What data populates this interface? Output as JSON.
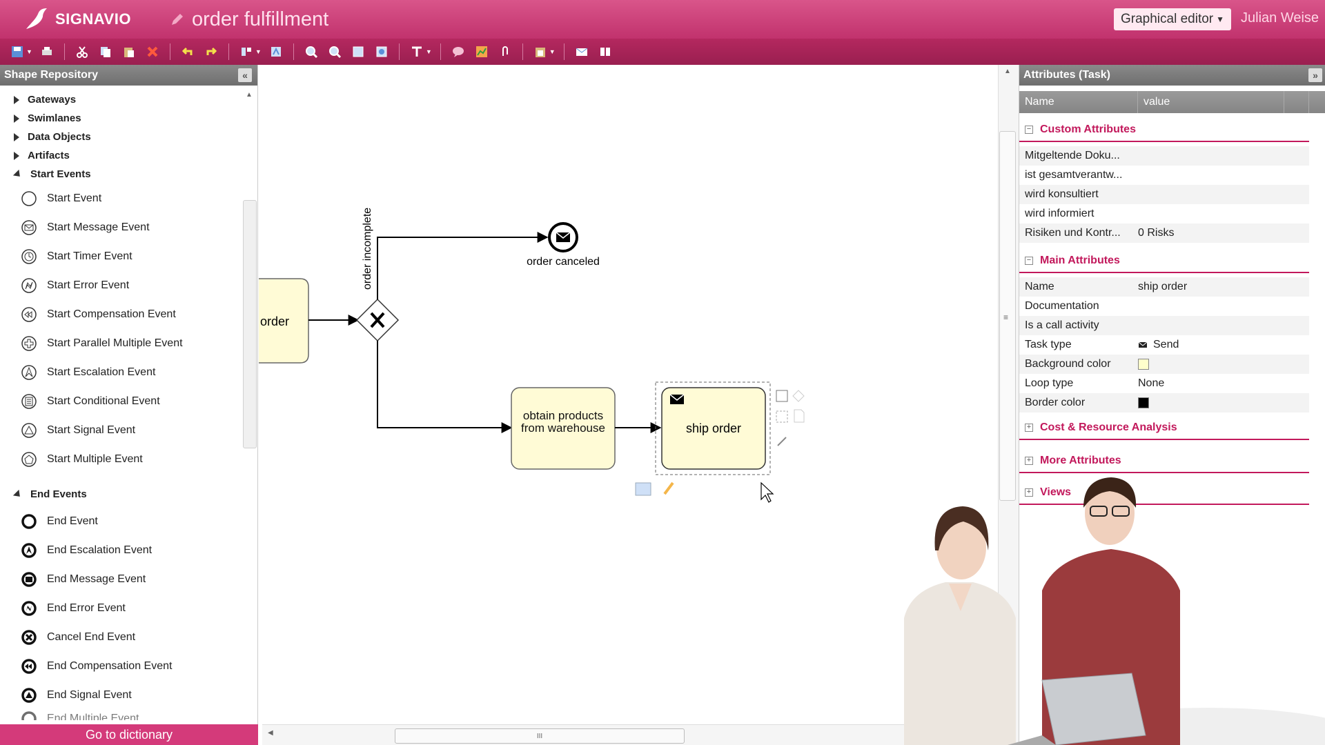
{
  "header": {
    "logo_text": "SIGNAVIO",
    "doc_title": "order fulfillment",
    "editor_mode": "Graphical editor",
    "user": "Julian Weise"
  },
  "toolbar": {
    "buttons": [
      "save-icon",
      "print-icon",
      "cut-icon",
      "copy-icon",
      "paste-icon",
      "delete-icon",
      "undo-icon",
      "redo-icon",
      "align-icon",
      "layout-icon",
      "zoom-in-icon",
      "zoom-out-icon",
      "zoom-fit-icon",
      "zoom-page-icon",
      "text-icon",
      "comment-icon",
      "chart-icon",
      "attachment-icon",
      "clipboard-icon",
      "mail-icon",
      "book-icon"
    ]
  },
  "shape_repository": {
    "title": "Shape Repository",
    "categories": [
      {
        "label": "Gateways",
        "expanded": false
      },
      {
        "label": "Swimlanes",
        "expanded": false
      },
      {
        "label": "Data Objects",
        "expanded": false
      },
      {
        "label": "Artifacts",
        "expanded": false
      },
      {
        "label": "Start Events",
        "expanded": true
      },
      {
        "label": "End Events",
        "expanded": true
      }
    ],
    "start_events": [
      "Start Event",
      "Start Message Event",
      "Start Timer Event",
      "Start Error Event",
      "Start Compensation Event",
      "Start Parallel Multiple Event",
      "Start Escalation Event",
      "Start Conditional Event",
      "Start Signal Event",
      "Start Multiple Event"
    ],
    "end_events": [
      "End Event",
      "End Escalation Event",
      "End Message Event",
      "End Error Event",
      "Cancel End Event",
      "End Compensation Event",
      "End Signal Event",
      "End Multiple Event"
    ],
    "dictionary_button": "Go to dictionary"
  },
  "diagram": {
    "task_partial": "order",
    "gateway_flow_label": "order incomplete",
    "end_event_label": "order canceled",
    "task_obtain": "obtain products from warehouse",
    "task_ship": "ship order",
    "hscroll_label": "III",
    "vscroll_label": "≡"
  },
  "attributes": {
    "title": "Attributes (Task)",
    "col_name": "Name",
    "col_value": "value",
    "sections": {
      "custom": "Custom Attributes",
      "main": "Main Attributes",
      "cost": "Cost & Resource Analysis",
      "more": "More Attributes",
      "views": "Views"
    },
    "custom_rows": [
      {
        "name": "Mitgeltende Doku...",
        "value": ""
      },
      {
        "name": "ist gesamtverantw...",
        "value": ""
      },
      {
        "name": "wird konsultiert",
        "value": ""
      },
      {
        "name": "wird informiert",
        "value": ""
      },
      {
        "name": "Risiken und Kontr...",
        "value": "0 Risks"
      }
    ],
    "main_rows": [
      {
        "name": "Name",
        "value": "ship order"
      },
      {
        "name": "Documentation",
        "value": ""
      },
      {
        "name": "Is a call activity",
        "value": ""
      },
      {
        "name": "Task type",
        "value": "Send"
      },
      {
        "name": "Background color",
        "value": ""
      },
      {
        "name": "Loop type",
        "value": "None"
      },
      {
        "name": "Border color",
        "value": ""
      }
    ],
    "colors": {
      "background": "#ffffcc",
      "border": "#000000"
    }
  },
  "colors": {
    "brand": "#c1326d",
    "section": "#c2185b",
    "task_fill": "#fffbd6"
  }
}
